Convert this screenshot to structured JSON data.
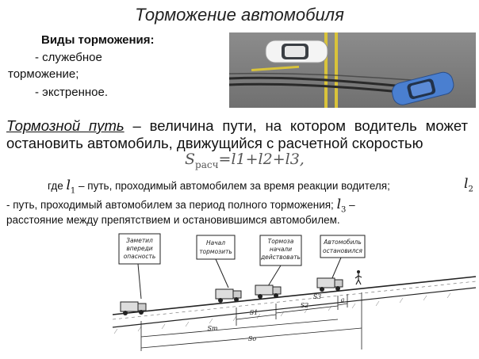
{
  "title": "Торможение автомобиля",
  "braking_types": {
    "heading": "Виды торможения:",
    "service_line1": "- служебное",
    "service_line2": "торможение;",
    "emergency": "- экстренное."
  },
  "definition": {
    "term": "Тормозной путь",
    "text": " – величина пути, на котором водитель может остановить автомобиль, движущийся с расчетной скоростью"
  },
  "formula": {
    "symbol": "S",
    "subscript": "расч",
    "rhs": "=l1+l2+l3,"
  },
  "explanation": {
    "prefix": "где",
    "l1_desc": "– путь, проходимый автомобилем за время реакции водителя;",
    "l2_desc": "- путь, проходимый автомобилем за период полного торможения;",
    "l3_desc": "–",
    "l3_desc_cont": "расстояние между препятствием и остановившимся автомобилем.",
    "var_letter": "l",
    "var_sub1": "1",
    "var_sub2": "2",
    "var_sub3": "3"
  },
  "diagram": {
    "notes": [
      [
        "Заметил",
        "впереди",
        "опасность"
      ],
      [
        "Начал",
        "тормозить"
      ],
      [
        "Тормоза",
        "начали",
        "действовать"
      ],
      [
        "Автомобиль",
        "остановился"
      ]
    ],
    "dims": {
      "s1": "S1",
      "s2": "S2",
      "s3": "S3",
      "st": "Sт",
      "so": "Sо",
      "a": "a"
    }
  }
}
